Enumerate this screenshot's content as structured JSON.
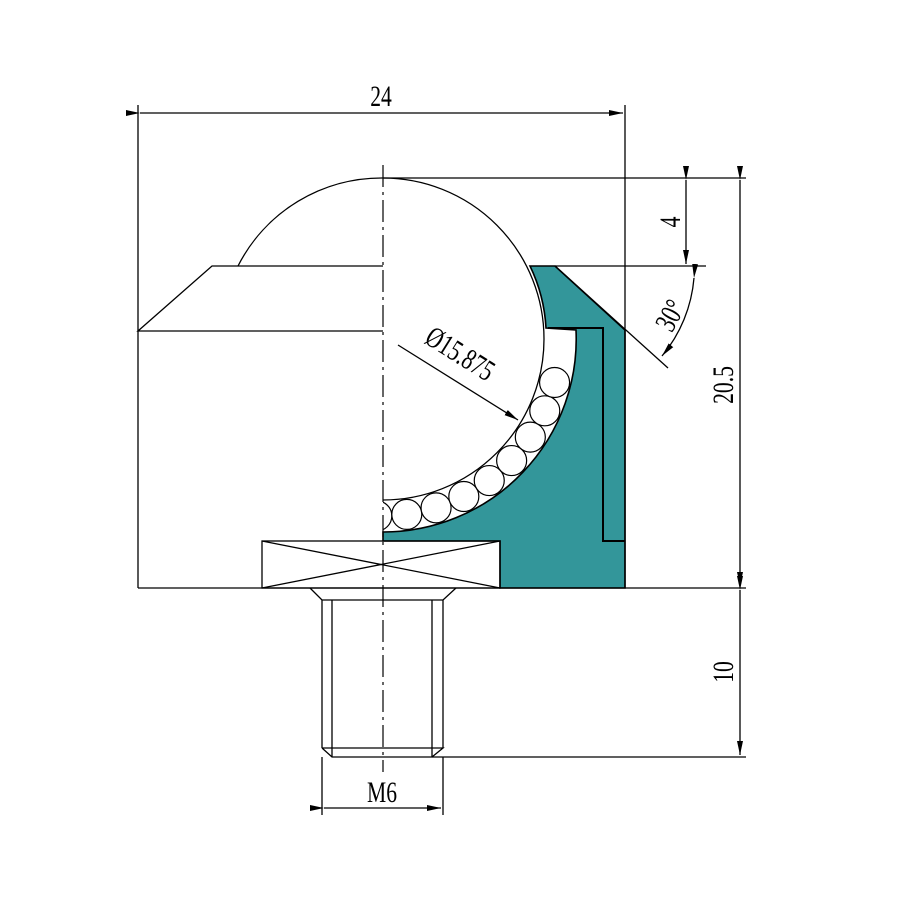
{
  "title": "Ball transfer unit drawing",
  "colors": {
    "section_fill": "#33969a",
    "line": "#000000"
  },
  "dimensions": {
    "overall_width": "24",
    "ball_protrusion": "4",
    "body_height": "20.5",
    "stud_length": "10",
    "thread": "M6",
    "chamfer_angle": "30°",
    "ball_diameter": "Ø15.875"
  }
}
